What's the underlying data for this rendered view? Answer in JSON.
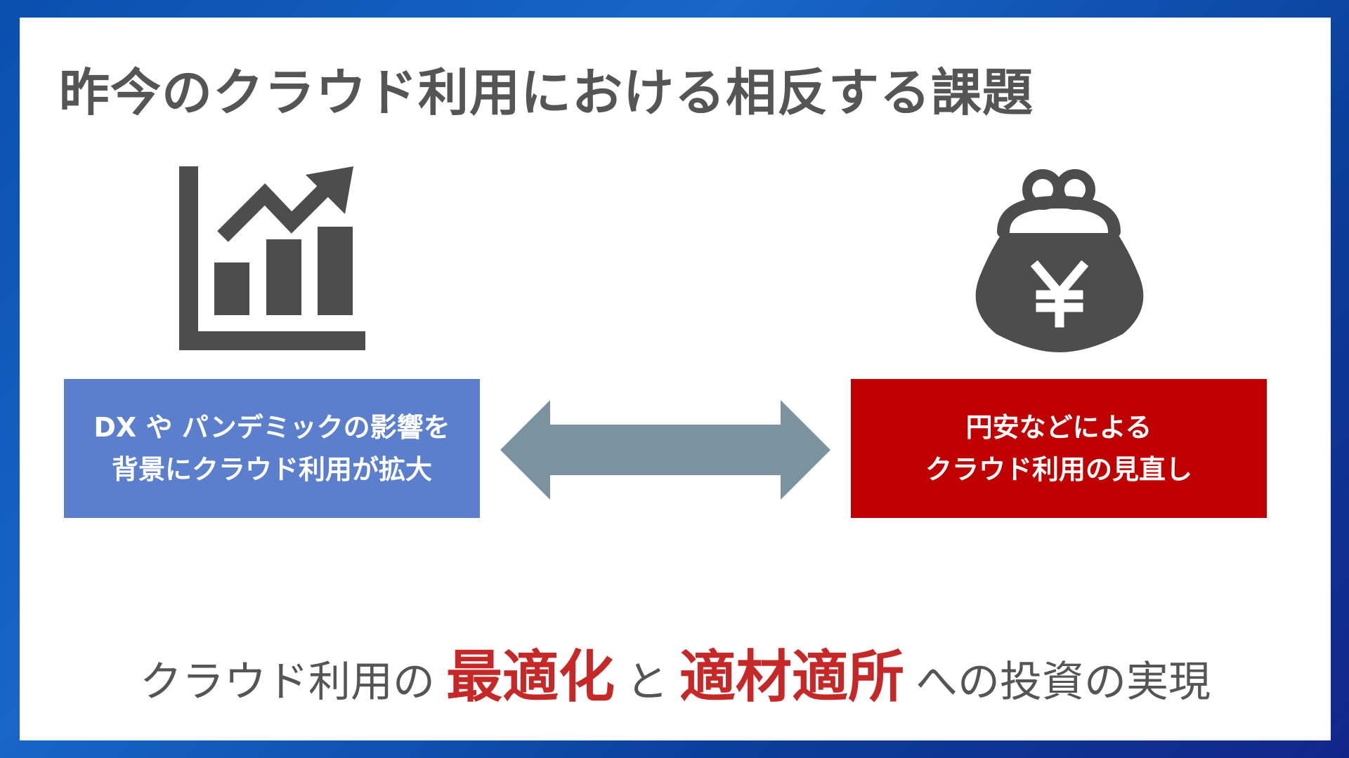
{
  "slide": {
    "title": "昨今のクラウド利用における相反する課題",
    "left_box": {
      "line1": "DX や パンデミックの影響を",
      "line2": "背景にクラウド利用が拡大",
      "color": "#5b7fcc"
    },
    "right_box": {
      "line1": "円安などによる",
      "line2": "クラウド利用の見直し",
      "color": "#c00000"
    },
    "icons": {
      "left": "growth-chart-icon",
      "right": "yen-purse-icon",
      "middle": "double-arrow-icon"
    },
    "bottom": {
      "part1": "クラウド利用の",
      "highlight1": "最適化",
      "part2": "と",
      "highlight2": "適材適所",
      "part3": "への投資の実現"
    },
    "colors": {
      "text": "#555555",
      "accent_red": "#c62828",
      "arrow": "#7b939e",
      "frame": "#0a4fae"
    }
  }
}
